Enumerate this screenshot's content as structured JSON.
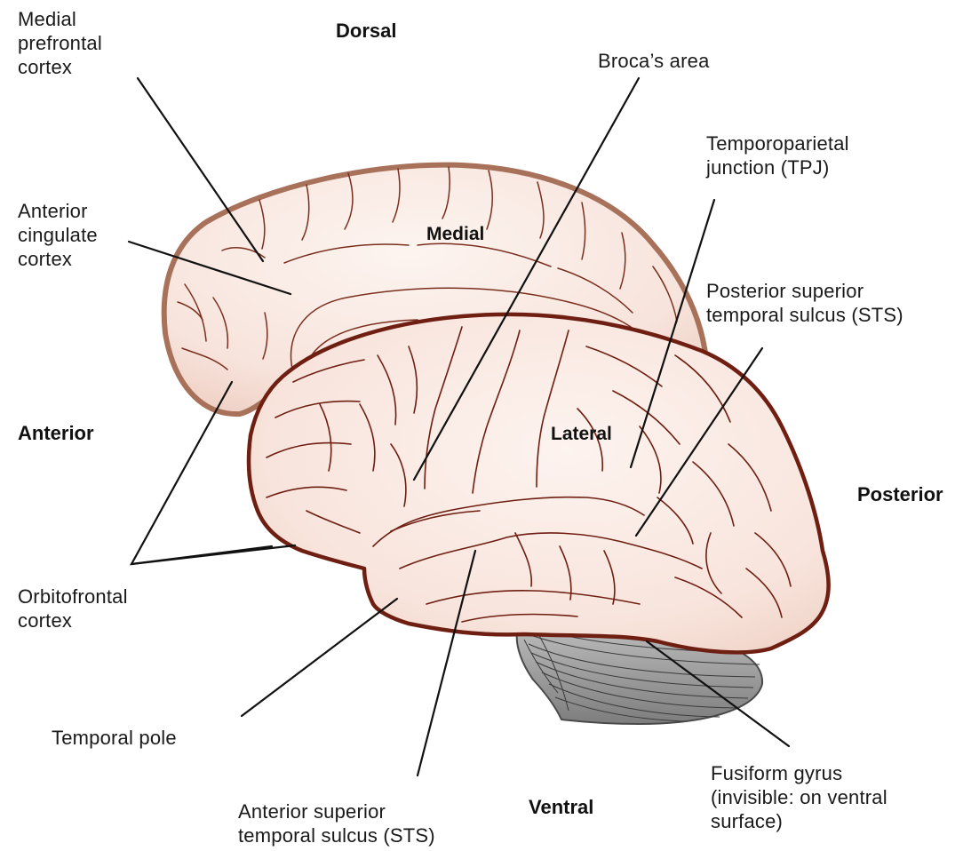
{
  "directions": {
    "dorsal": "Dorsal",
    "ventral": "Ventral",
    "anterior": "Anterior",
    "posterior": "Posterior"
  },
  "surfaces": {
    "medial": "Medial",
    "lateral": "Lateral"
  },
  "labels": {
    "medial_prefrontal": [
      "Medial",
      "prefrontal",
      "cortex"
    ],
    "anterior_cingulate": [
      "Anterior",
      "cingulate",
      "cortex"
    ],
    "orbitofrontal": [
      "Orbitofrontal",
      "cortex"
    ],
    "temporal_pole": [
      "Temporal pole"
    ],
    "anterior_sts": [
      "Anterior superior",
      "temporal sulcus (STS)"
    ],
    "brocas_area": [
      "Broca’s area"
    ],
    "tpj": [
      "Temporoparietal",
      "junction (TPJ)"
    ],
    "posterior_sts": [
      "Posterior superior",
      "temporal sulcus (STS)"
    ],
    "fusiform": [
      "Fusiform gyrus",
      "(invisible: on ventral",
      "surface)"
    ]
  },
  "colors": {
    "brain_fill": "#f8e6df",
    "medial_outline": "#a8715a",
    "lateral_outline": "#6e1f12",
    "cerebellum": "#9a9a9a"
  }
}
